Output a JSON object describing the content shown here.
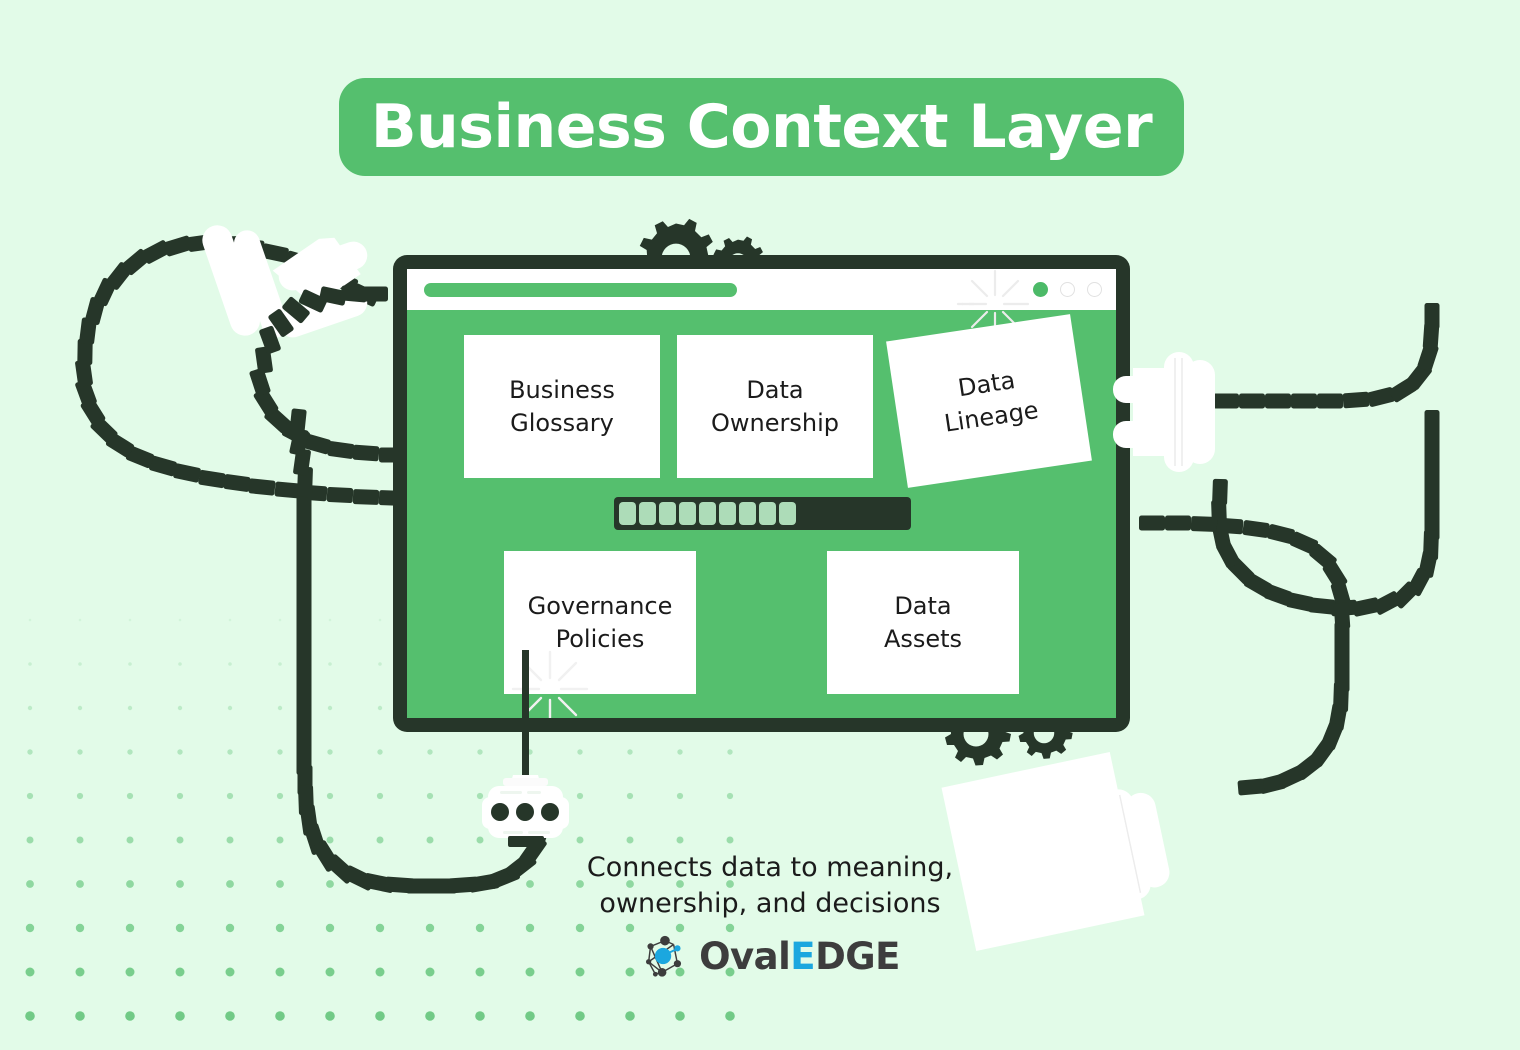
{
  "page": {
    "background_color": "#e2fbe8",
    "title": "Business Context Layer"
  },
  "header": {
    "title": "Business Context Layer",
    "pill_color": "#55bf6e",
    "title_color": "#ffffff"
  },
  "monitor": {
    "frame_color": "#263629",
    "screen_color": "#55bf6e",
    "browser_bar": {
      "url_pill_color": "#55bf6e",
      "sparkle_icon": "sparkle-icon",
      "dots": [
        {
          "state": "filled",
          "color": "#4cba68"
        },
        {
          "state": "open",
          "color": "#e1e1e1"
        },
        {
          "state": "open",
          "color": "#e1e1e1"
        }
      ]
    },
    "cards": [
      {
        "id": "glossary",
        "label": "Business\nGlossary",
        "line1": "Business",
        "line2": "Glossary"
      },
      {
        "id": "ownership",
        "label": "Data\nOwnership",
        "line1": "Data",
        "line2": "Ownership"
      },
      {
        "id": "lineage",
        "label": "Data\nLineage",
        "line1": "Data",
        "line2": "Lineage"
      },
      {
        "id": "governance",
        "label": "Governance\nPolicies",
        "line1": "Governance",
        "line2": "Policies"
      },
      {
        "id": "assets",
        "label": "Data\nAssets",
        "line1": "Data",
        "line2": "Assets"
      }
    ],
    "progress": {
      "segments_filled": 9,
      "segment_color": "#addcb8",
      "track_color": "#263629",
      "percent": 60
    }
  },
  "decor": {
    "cable_color": "#263629",
    "plug_color": "#ffffff",
    "socket_icon": "power-socket-icon",
    "gear_icon": "gear-icon",
    "dot_pattern_color": "#55bf6e"
  },
  "caption": {
    "line1": "Connects data to meaning,",
    "line2": "ownership, and decisions"
  },
  "logo": {
    "mark_icon": "ovaledge-network-icon",
    "word_part1": "Oval",
    "word_part2": "E",
    "word_part3": "DGE",
    "accent_color": "#1ba7df",
    "text_color": "#3d3d3d"
  }
}
